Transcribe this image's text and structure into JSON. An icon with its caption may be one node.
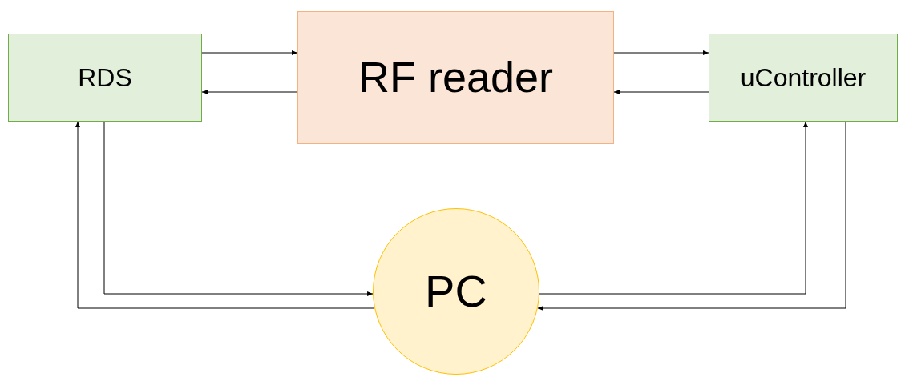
{
  "diagram": {
    "nodes": [
      {
        "text": [
          "RDS"
        ]
      },
      {
        "text": [
          "RF reader"
        ]
      },
      {
        "text": [
          "uController"
        ]
      },
      {
        "text": [
          "PC"
        ]
      }
    ],
    "edges": [
      {
        "from": 0,
        "to": 1,
        "arrow": "to"
      },
      {
        "from": 1,
        "to": 0,
        "arrow": "to"
      },
      {
        "from": 1,
        "to": 2,
        "arrow": "to"
      },
      {
        "from": 2,
        "to": 1,
        "arrow": "to"
      },
      {
        "from": 0,
        "to": 3,
        "arrow": "to"
      },
      {
        "from": 3,
        "to": 0,
        "arrow": "to"
      },
      {
        "from": 3,
        "to": 2,
        "arrow": "to"
      },
      {
        "from": 2,
        "to": 3,
        "arrow": "to"
      }
    ]
  }
}
